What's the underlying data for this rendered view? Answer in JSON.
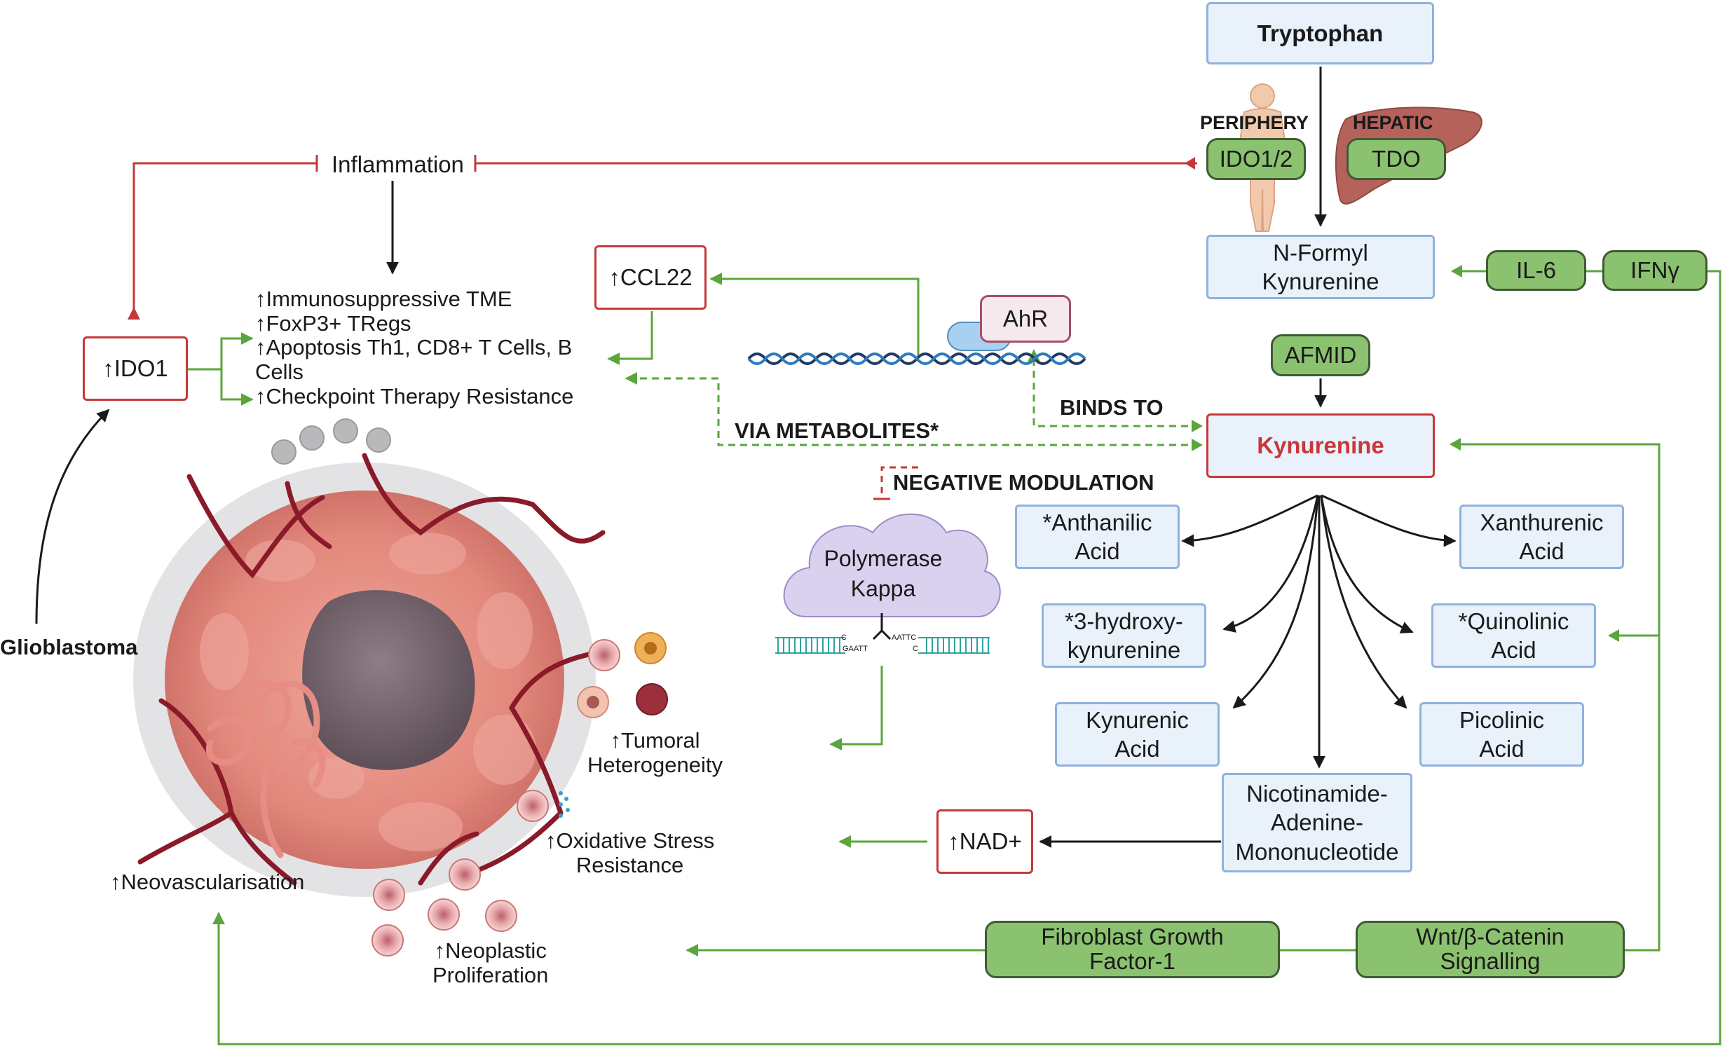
{
  "precursor": {
    "tryptophan": "Tryptophan"
  },
  "locations": {
    "periphery": "PERIPHERY",
    "hepatic": "HEPATIC"
  },
  "enzymes": {
    "ido12": "IDO1/2",
    "tdo": "TDO",
    "afmid": "AFMID"
  },
  "metabolites": {
    "n_formyl_kynurenine": "N-Formyl\nKynurenine",
    "kynurenine": "Kynurenine",
    "anthranilic": "*Anthanilic\nAcid",
    "xanthurenic": "Xanthurenic\nAcid",
    "hydroxykynurenine": "*3-hydroxy-\nkynurenine",
    "quinolinic": "*Quinolinic\nAcid",
    "kynurenic": "Kynurenic\nAcid",
    "picolinic": "Picolinic\nAcid",
    "nmn": "Nicotinamide-\nAdenine-\nMononucleotide"
  },
  "cytokines": {
    "il6": "IL-6",
    "ifng": "IFNγ"
  },
  "signalling": {
    "fgf1": "Fibroblast Growth\nFactor-1",
    "wnt": "Wnt/β-Catenin\nSignalling"
  },
  "upregulated": {
    "ido1": "↑IDO1",
    "ccl22": "↑CCL22",
    "nad": "↑NAD+"
  },
  "receptor": {
    "ahr": "AhR"
  },
  "polymerase": {
    "label": "Polymerase\nKappa",
    "dna_left_top": "C",
    "dna_left_bottom": "GAATT",
    "dna_right_top": "AATTC",
    "dna_right_bottom": "C"
  },
  "labels": {
    "inflammation": "Inflammation",
    "binds_to": "BINDS TO",
    "via_metabolites": "VIA METABOLITES*",
    "negative_modulation": "NEGATIVE MODULATION",
    "glioblastoma": "Glioblastoma"
  },
  "immune_effects": [
    "↑Immunosuppressive TME",
    "↑FoxP3+ TRegs",
    "↑Apoptosis Th1, CD8+ T Cells, B\nCells",
    "↑Checkpoint Therapy Resistance"
  ],
  "tumour_effects": {
    "heterogeneity": "↑Tumoral\nHeterogeneity",
    "oxidative": "↑Oxidative Stress\nResistance",
    "proliferation": "↑Neoplastic\nProliferation",
    "neovascularisation": "↑Neovascularisation"
  },
  "colors": {
    "inhibition": "#c6383a",
    "activation": "#5aa63c",
    "conversion": "#1a1a1a",
    "box_fill": "#e9f1fb",
    "box_border": "#8fb2dd",
    "enzyme_fill": "#8bc26f",
    "kynurenine_text": "#c6383a"
  },
  "icons": [
    "human-body-icon",
    "liver-icon",
    "dna-helix-icon",
    "tumour-cell-icon",
    "polymerase-icon",
    "glioblastoma-illustration"
  ]
}
